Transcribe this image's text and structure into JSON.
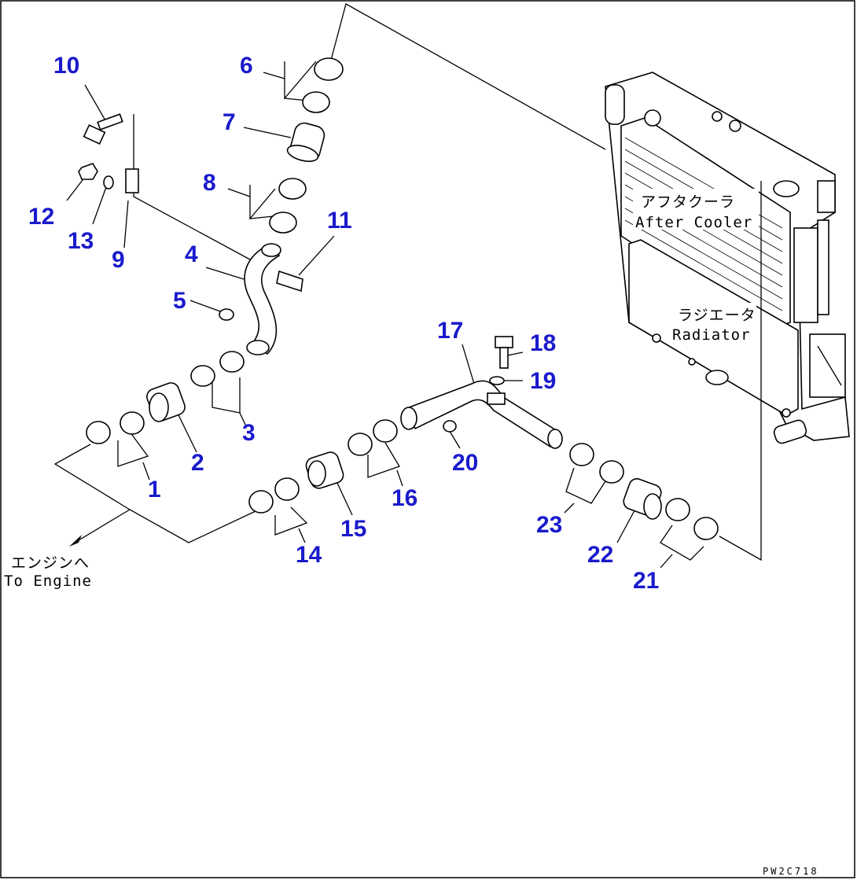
{
  "labels": {
    "after_cooler_jp": "アフタクーラ",
    "after_cooler_en": "After Cooler",
    "radiator_jp": "ラジエータ",
    "radiator_en": "Radiator",
    "to_engine_jp": "エンジンへ",
    "to_engine_en": "To Engine",
    "drawing_code": "PW2C718"
  },
  "part_numbers": [
    "1",
    "2",
    "3",
    "4",
    "5",
    "6",
    "7",
    "8",
    "9",
    "10",
    "11",
    "12",
    "13",
    "14",
    "15",
    "16",
    "17",
    "18",
    "19",
    "20",
    "21",
    "22",
    "23"
  ]
}
